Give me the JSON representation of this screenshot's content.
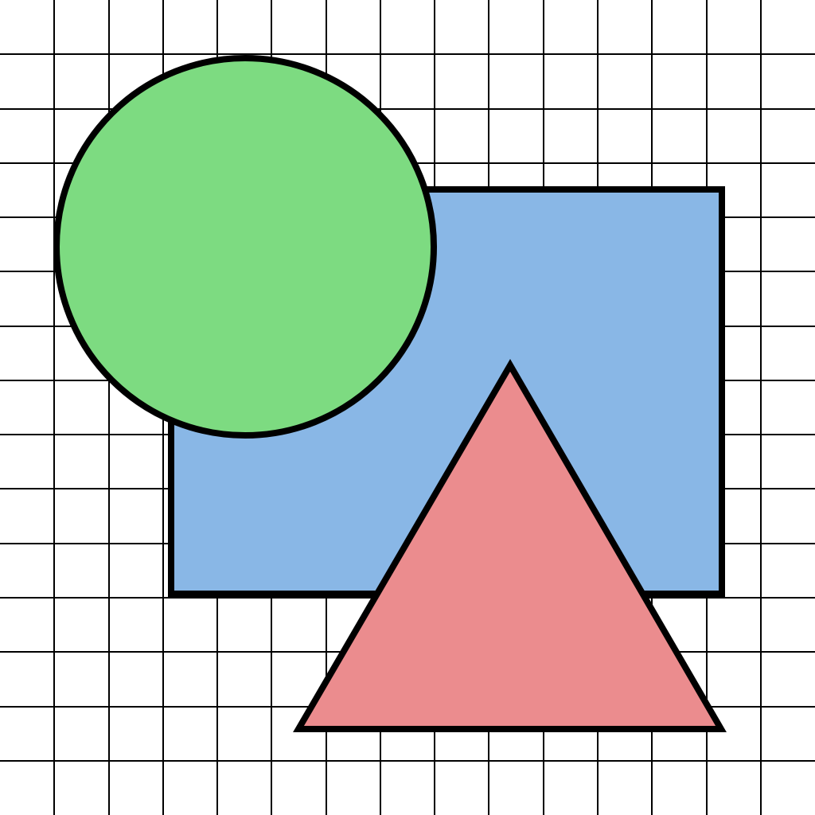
{
  "colors": {
    "background": "#ffffff",
    "grid": "#000000",
    "outline": "#000000",
    "square_fill": "#89b7e6",
    "circle_fill": "#7ddb81",
    "triangle_fill": "#eb8c8e"
  },
  "shapes": [
    {
      "kind": "square",
      "name": "blue-square",
      "fill": "#89b7e6"
    },
    {
      "kind": "circle",
      "name": "green-circle",
      "fill": "#7ddb81"
    },
    {
      "kind": "triangle",
      "name": "red-triangle",
      "fill": "#eb8c8e"
    }
  ]
}
